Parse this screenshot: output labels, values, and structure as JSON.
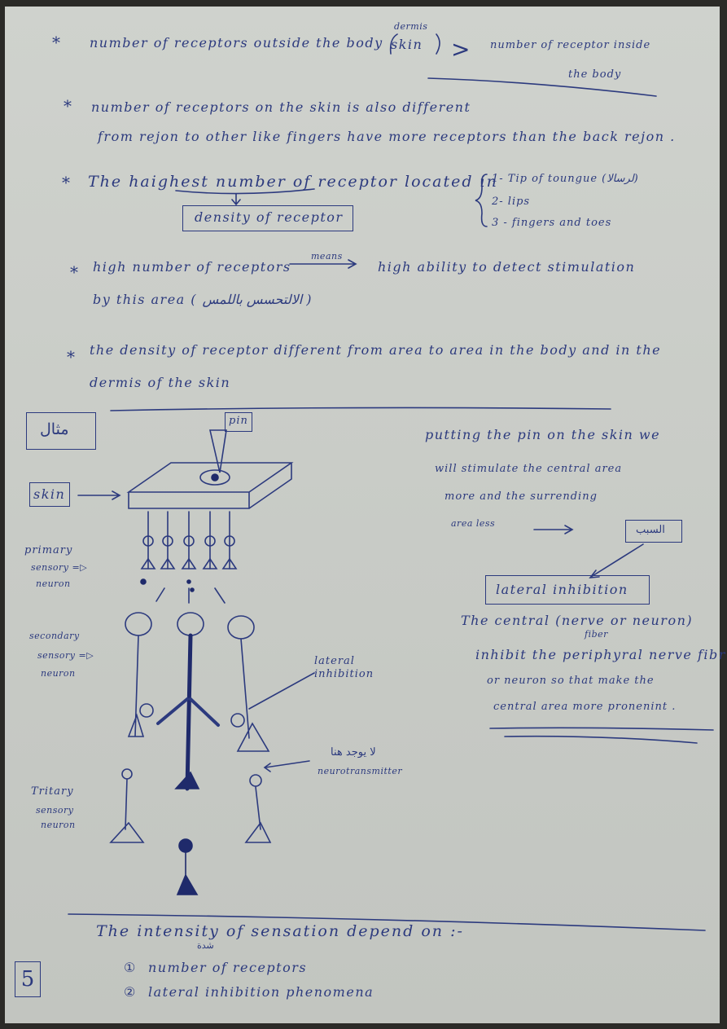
{
  "notes": {
    "line1_left": "number of receptors outside the body",
    "line1_paren": "skin",
    "line1_dermis": "dermis",
    "line1_gt": ">",
    "line1_right": "number of receptor inside",
    "line1_right2": "the body",
    "line2a": "number of receptors on the skin is also different",
    "line2b": "from rejon to other like fingers have more receptors than the back rejon .",
    "line3": "The haighest number of receptor located in",
    "line3_box": "density of receptor",
    "line3_list": [
      "1- Tip of toungue (لرسالا)",
      "2- lips",
      "3 - fingers and toes"
    ],
    "line4_a": "high number of receptors",
    "line4_means": "means",
    "line4_b": "high ability to detect stimulation",
    "line4_c": "by this area ( الالتحسس باللمس )",
    "line5_a": "the density of receptor different from area to area in the body and in the",
    "line5_b": "dermis of the skin"
  },
  "diagram": {
    "example_label": "مثال",
    "pin_label": "pin",
    "skin_label": "skin",
    "primary_label": [
      "primary",
      "sensory =▷",
      "neuron"
    ],
    "secondary_label": [
      "secondary",
      "sensory =▷",
      "neuron"
    ],
    "tertiary_label": [
      "Tritary",
      "sensory",
      "neuron"
    ],
    "lateral_label": [
      "lateral",
      "inhibition"
    ],
    "arabic_note": "لا يوجد هنا",
    "neuro_label": "neurotransmitter",
    "minus": "−"
  },
  "explain": {
    "lines": [
      "putting the pin on the skin we",
      "will stimulate the central area",
      "more and the surrending",
      "area less"
    ],
    "arabic_box": "السبب",
    "lateral_box": "lateral inhibition",
    "central_line": "The central (nerve or neuron)",
    "fiber": "fiber",
    "lines2": [
      "inhibit the periphyral nerve fibr",
      "or neuron so that make the",
      "central area more pronenint ."
    ]
  },
  "summary": {
    "title": "The intensity of sensation depend on :-",
    "title_note": "شدة",
    "items": [
      "number of receptors",
      "lateral inhibition phenomena"
    ],
    "bullets": [
      "①",
      "②"
    ]
  },
  "page_number": "5"
}
